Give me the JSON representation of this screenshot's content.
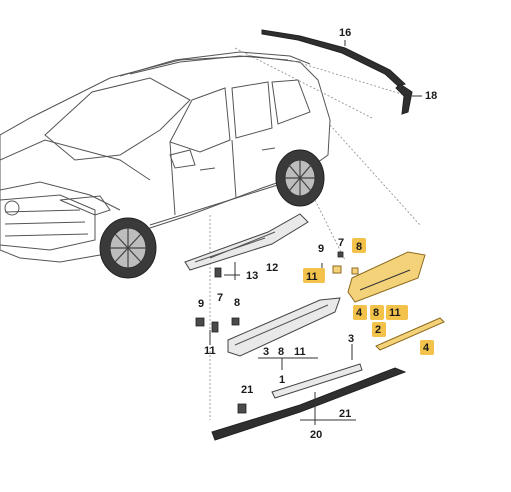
{
  "diagram": {
    "callouts": {
      "c16": "16",
      "c18": "18",
      "c9a": "9",
      "c7a": "7",
      "c8a": "8",
      "c11a": "11",
      "c12": "12",
      "c13": "13",
      "c4a": "4",
      "c8b": "8",
      "c11b": "11",
      "c2": "2",
      "c4b": "4",
      "c9b": "9",
      "c7b": "7",
      "c8c": "8",
      "c11c": "11",
      "c3a": "3",
      "c8d": "8",
      "c11d": "11",
      "c1": "1",
      "c3b": "3",
      "c21a": "21",
      "c21b": "21",
      "c20": "20"
    }
  }
}
